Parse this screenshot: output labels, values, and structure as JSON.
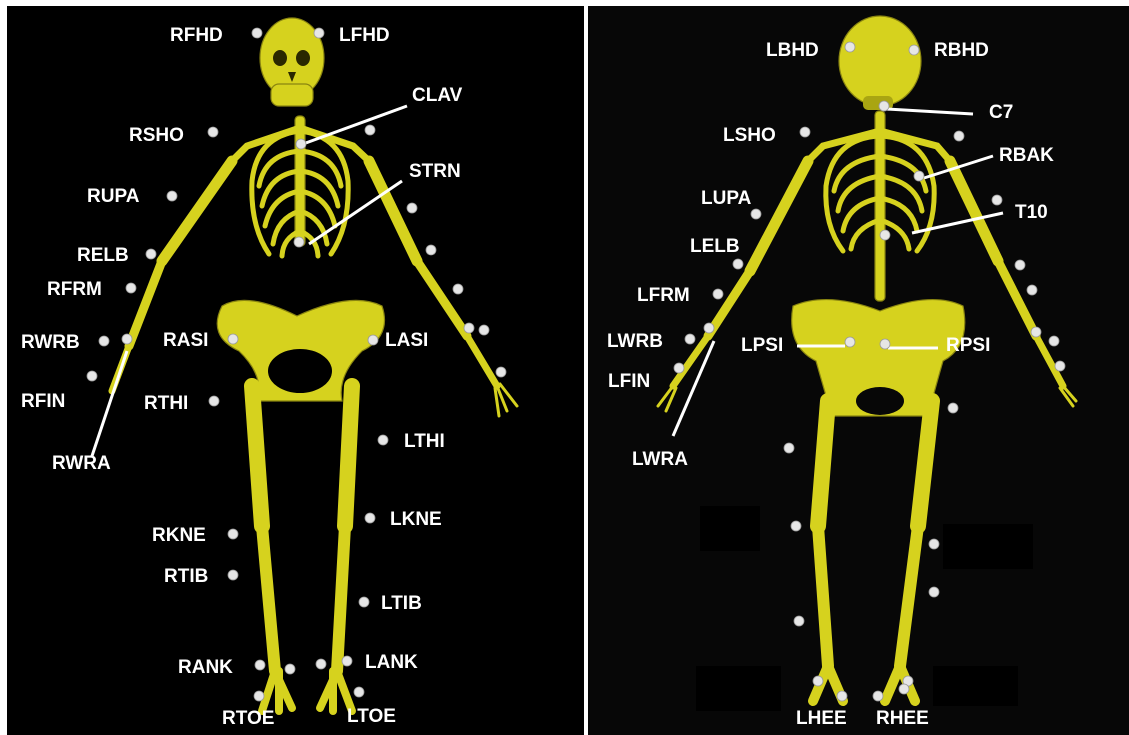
{
  "front_view": {
    "labels": {
      "rfhd": "RFHD",
      "lfhd": "LFHD",
      "clav": "CLAV",
      "rsho": "RSHO",
      "strn": "STRN",
      "rupa": "RUPA",
      "relb": "RELB",
      "rfrm": "RFRM",
      "rwrb": "RWRB",
      "rasi": "RASI",
      "lasi": "LASI",
      "rfin": "RFIN",
      "rthi": "RTHI",
      "rwra": "RWRA",
      "lthi": "LTHI",
      "lkne": "LKNE",
      "rkne": "RKNE",
      "rtib": "RTIB",
      "ltib": "LTIB",
      "rank": "RANK",
      "lank": "LANK",
      "rtoe": "RTOE",
      "ltoe": "LTOE"
    }
  },
  "back_view": {
    "labels": {
      "lbhd": "LBHD",
      "rbhd": "RBHD",
      "c7": "C7",
      "lsho": "LSHO",
      "rbak": "RBAK",
      "lupa": "LUPA",
      "t10": "T10",
      "lelb": "LELB",
      "lfrm": "LFRM",
      "lwrb": "LWRB",
      "lpsi": "LPSI",
      "rpsi": "RPSI",
      "lfin": "LFIN",
      "lwra": "LWRA",
      "lhee": "LHEE",
      "rhee": "RHEE"
    }
  },
  "colors": {
    "bone": "#d6d21e",
    "background": "#000000",
    "marker": "#e6e6e6",
    "text": "#ffffff"
  }
}
